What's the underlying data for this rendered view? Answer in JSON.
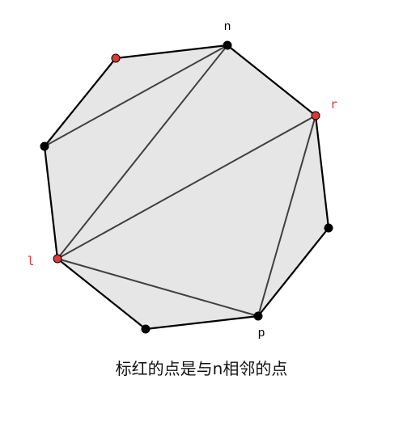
{
  "diagram": {
    "caption": "标红的点是与n相邻的点",
    "colors": {
      "fill": "#e6e6e6",
      "edge": "#000000",
      "diagonal": "#404040",
      "normal_point": "#000000",
      "highlight_point": "#d93a3a",
      "highlight_label": "#d93a3a"
    },
    "vertices": [
      {
        "id": "n",
        "label": "n",
        "highlighted": false
      },
      {
        "id": "r",
        "label": "r",
        "highlighted": true
      },
      {
        "id": "v3",
        "label": "",
        "highlighted": false
      },
      {
        "id": "p",
        "label": "p",
        "highlighted": false
      },
      {
        "id": "v5",
        "label": "",
        "highlighted": false
      },
      {
        "id": "l",
        "label": "l",
        "highlighted": true
      },
      {
        "id": "v7",
        "label": "",
        "highlighted": false
      },
      {
        "id": "v8",
        "label": "",
        "highlighted": true
      }
    ],
    "diagonals": [
      [
        "n",
        "v7"
      ],
      [
        "n",
        "l"
      ],
      [
        "r",
        "l"
      ],
      [
        "r",
        "p"
      ],
      [
        "l",
        "p"
      ]
    ]
  }
}
